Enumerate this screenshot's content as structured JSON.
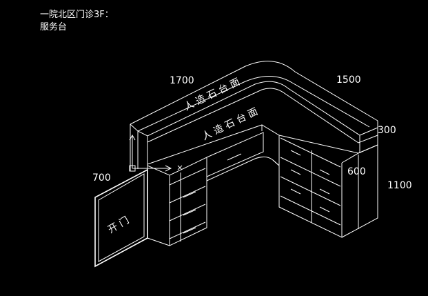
{
  "caption": {
    "line1": "一院北区门诊3F：",
    "line2": "服务台"
  },
  "labels": {
    "top_surface_outer": "人 造 石 台 面",
    "top_surface_inner": "人 造 石 台 面",
    "open_door": "开 门"
  },
  "dimensions": {
    "left_length": "1700",
    "right_length": "1500",
    "upper_height": "300",
    "lower_depth": "600",
    "total_height": "1100",
    "door_width": "700"
  },
  "colors": {
    "background": "#000000",
    "lines": "#ffffff"
  }
}
